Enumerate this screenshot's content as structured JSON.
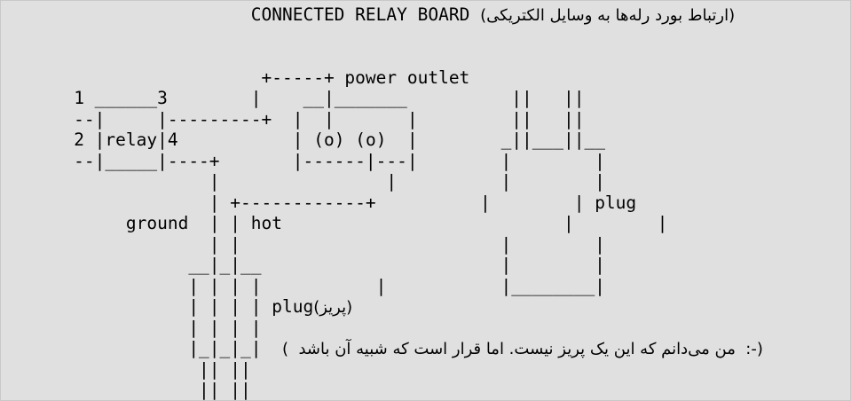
{
  "diagram": {
    "title": "CONNECTED RELAY BOARD",
    "title_fa": "(ارتباط بورد رله‌ها به وسایل الکتریکی)",
    "labels": {
      "num_1": "1",
      "num_2": "2",
      "num_3": "3",
      "num_4": "4",
      "relay": "relay",
      "power_outlet": "power outlet",
      "outlet_holes": "(o) (o)",
      "plug_right": "plug",
      "ground": "ground",
      "hot": "hot",
      "plug_bottom": "plug",
      "plug_bottom_fa": "(پریز)",
      "note_fa": "(-:  من می‌دانم که این یک پریز نیست. اما قرار است که شبیه آن باشد  )"
    }
  }
}
